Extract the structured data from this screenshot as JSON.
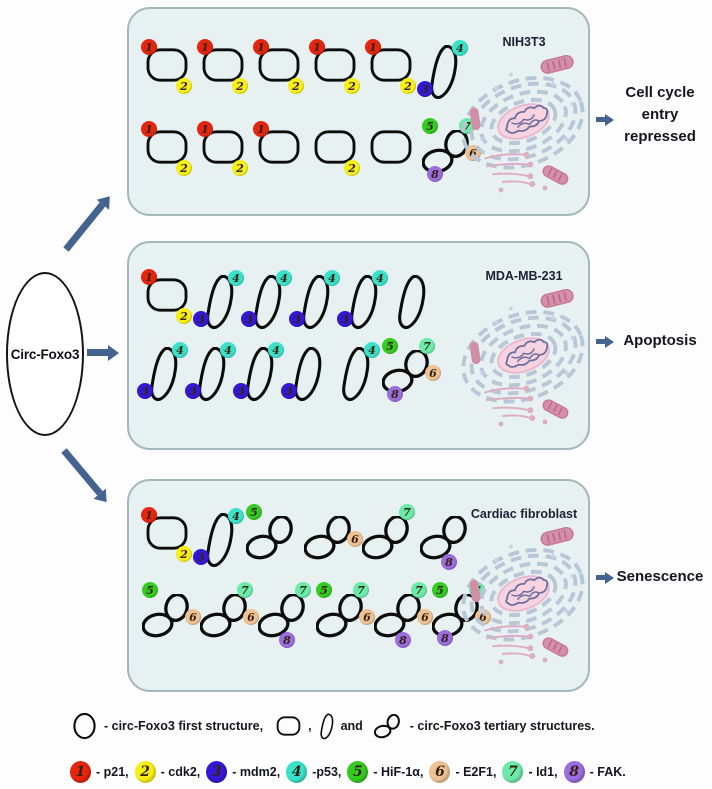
{
  "source_label": "Circ-Foxo3",
  "colors": {
    "panel_bg": "#e7f1f1",
    "panel_border": "#a3b8bd",
    "arrow": "#44638f",
    "heading_text": "#15151f",
    "label_text": "#1d2133"
  },
  "panels": [
    {
      "cell_line": "NIH3T3",
      "outcome": "Cell cycle entry repressed",
      "outcome_lines": [
        "Cell cycle",
        "entry",
        "repressed"
      ],
      "rows": [
        [
          {
            "type": "ring",
            "badges": [
              {
                "n": 1,
                "pos": "tl"
              },
              {
                "n": 2,
                "pos": "br"
              }
            ]
          },
          {
            "type": "ring",
            "badges": [
              {
                "n": 1,
                "pos": "tl"
              },
              {
                "n": 2,
                "pos": "br"
              }
            ]
          },
          {
            "type": "ring",
            "badges": [
              {
                "n": 1,
                "pos": "tl"
              },
              {
                "n": 2,
                "pos": "br"
              }
            ]
          },
          {
            "type": "ring",
            "badges": [
              {
                "n": 1,
                "pos": "tl"
              },
              {
                "n": 2,
                "pos": "br"
              }
            ]
          },
          {
            "type": "ring",
            "badges": [
              {
                "n": 1,
                "pos": "tl"
              },
              {
                "n": 2,
                "pos": "br"
              }
            ]
          },
          {
            "type": "teardrop",
            "badges": [
              {
                "n": 4,
                "pos": "tr"
              },
              {
                "n": 3,
                "pos": "bl"
              }
            ]
          }
        ],
        [
          {
            "type": "ring",
            "badges": [
              {
                "n": 1,
                "pos": "tl"
              },
              {
                "n": 2,
                "pos": "br"
              }
            ]
          },
          {
            "type": "ring",
            "badges": [
              {
                "n": 1,
                "pos": "tl"
              },
              {
                "n": 2,
                "pos": "br"
              }
            ]
          },
          {
            "type": "ring",
            "badges": [
              {
                "n": 1,
                "pos": "tl"
              }
            ]
          },
          {
            "type": "ring",
            "badges": [
              {
                "n": 2,
                "pos": "br"
              }
            ]
          },
          {
            "type": "ring",
            "badges": []
          },
          {
            "type": "eight",
            "badges": [
              {
                "n": 5,
                "pos": "tl"
              },
              {
                "n": 7,
                "pos": "tr"
              },
              {
                "n": 6,
                "pos": "r"
              },
              {
                "n": 8,
                "pos": "bl"
              }
            ]
          }
        ]
      ]
    },
    {
      "cell_line": "MDA-MB-231",
      "outcome": "Apoptosis",
      "outcome_lines": [
        "Apoptosis"
      ],
      "rows": [
        [
          {
            "type": "ring",
            "badges": [
              {
                "n": 1,
                "pos": "tl"
              },
              {
                "n": 2,
                "pos": "br"
              }
            ]
          },
          {
            "type": "teardrop",
            "badges": [
              {
                "n": 4,
                "pos": "tr"
              },
              {
                "n": 3,
                "pos": "bl"
              }
            ]
          },
          {
            "type": "teardrop",
            "badges": [
              {
                "n": 4,
                "pos": "tr"
              },
              {
                "n": 3,
                "pos": "bl"
              }
            ]
          },
          {
            "type": "teardrop",
            "badges": [
              {
                "n": 4,
                "pos": "tr"
              },
              {
                "n": 3,
                "pos": "bl"
              }
            ]
          },
          {
            "type": "teardrop",
            "badges": [
              {
                "n": 4,
                "pos": "tr"
              },
              {
                "n": 3,
                "pos": "bl"
              }
            ]
          },
          {
            "type": "teardrop",
            "badges": []
          }
        ],
        [
          {
            "type": "teardrop",
            "badges": [
              {
                "n": 4,
                "pos": "tr"
              },
              {
                "n": 3,
                "pos": "bl"
              }
            ]
          },
          {
            "type": "teardrop",
            "badges": [
              {
                "n": 4,
                "pos": "tr"
              },
              {
                "n": 3,
                "pos": "bl"
              }
            ]
          },
          {
            "type": "teardrop",
            "badges": [
              {
                "n": 4,
                "pos": "tr"
              },
              {
                "n": 3,
                "pos": "bl"
              }
            ]
          },
          {
            "type": "teardrop",
            "badges": [
              {
                "n": 3,
                "pos": "bl"
              }
            ]
          },
          {
            "type": "teardrop",
            "badges": [
              {
                "n": 4,
                "pos": "tr"
              }
            ]
          },
          {
            "type": "eight",
            "badges": [
              {
                "n": 5,
                "pos": "tl"
              },
              {
                "n": 7,
                "pos": "tr"
              },
              {
                "n": 6,
                "pos": "r"
              },
              {
                "n": 8,
                "pos": "bl"
              }
            ]
          }
        ]
      ]
    },
    {
      "cell_line": "Cardiac fibroblast",
      "outcome": "Senescence",
      "outcome_lines": [
        "Senescence"
      ],
      "rows": [
        [
          {
            "type": "ring",
            "badges": [
              {
                "n": 1,
                "pos": "tl"
              },
              {
                "n": 2,
                "pos": "br"
              }
            ]
          },
          {
            "type": "teardrop",
            "badges": [
              {
                "n": 4,
                "pos": "tr"
              },
              {
                "n": 3,
                "pos": "bl"
              }
            ]
          },
          {
            "type": "eight",
            "badges": [
              {
                "n": 5,
                "pos": "tl"
              }
            ]
          },
          {
            "type": "eight",
            "badges": [
              {
                "n": 6,
                "pos": "r"
              }
            ]
          },
          {
            "type": "eight",
            "badges": [
              {
                "n": 7,
                "pos": "tr"
              }
            ]
          },
          {
            "type": "eight",
            "badges": [
              {
                "n": 8,
                "pos": "b"
              }
            ]
          }
        ],
        [
          {
            "type": "eight",
            "badges": [
              {
                "n": 5,
                "pos": "tl"
              },
              {
                "n": 6,
                "pos": "r"
              }
            ]
          },
          {
            "type": "eight",
            "badges": [
              {
                "n": 7,
                "pos": "tr"
              },
              {
                "n": 6,
                "pos": "r"
              }
            ]
          },
          {
            "type": "eight",
            "badges": [
              {
                "n": 7,
                "pos": "tr"
              },
              {
                "n": 8,
                "pos": "b"
              }
            ]
          },
          {
            "type": "eight",
            "badges": [
              {
                "n": 5,
                "pos": "tl"
              },
              {
                "n": 7,
                "pos": "tr"
              },
              {
                "n": 6,
                "pos": "r"
              }
            ]
          },
          {
            "type": "eight",
            "badges": [
              {
                "n": 7,
                "pos": "tr"
              },
              {
                "n": 6,
                "pos": "r"
              },
              {
                "n": 8,
                "pos": "b"
              }
            ]
          },
          {
            "type": "eight",
            "badges": [
              {
                "n": 5,
                "pos": "tl"
              },
              {
                "n": 7,
                "pos": "tr"
              },
              {
                "n": 6,
                "pos": "r"
              },
              {
                "n": 8,
                "pos": "bl"
              }
            ]
          }
        ]
      ]
    }
  ],
  "legend_structures": {
    "first_shape_label": "- circ-Foxo3 first structure,",
    "separator_comma": ",",
    "and_word": "and",
    "tertiary_shapes_label": "- circ-Foxo3 tertiary structures."
  },
  "proteins": [
    {
      "num": 1,
      "label": "p21",
      "legend_text": "- p21,",
      "color": "#e6250f"
    },
    {
      "num": 2,
      "label": "cdk2",
      "legend_text": "- cdk2,",
      "color": "#f8ef14"
    },
    {
      "num": 3,
      "label": "mdm2",
      "legend_text": "- mdm2,",
      "color": "#3418d6"
    },
    {
      "num": 4,
      "label": "p53",
      "legend_text": "-p53,",
      "color": "#3ae2ca"
    },
    {
      "num": 5,
      "label": "HiF-1α",
      "legend_text": "- HiF-1α,",
      "color": "#35cb21"
    },
    {
      "num": 6,
      "label": "E2F1",
      "legend_text": "- E2F1,",
      "color": "#efc293"
    },
    {
      "num": 7,
      "label": "Id1",
      "legend_text": "- Id1,",
      "color": "#6ceaa8"
    },
    {
      "num": 8,
      "label": "FAK",
      "legend_text": "- FAK.",
      "color": "#9c6de0"
    }
  ]
}
